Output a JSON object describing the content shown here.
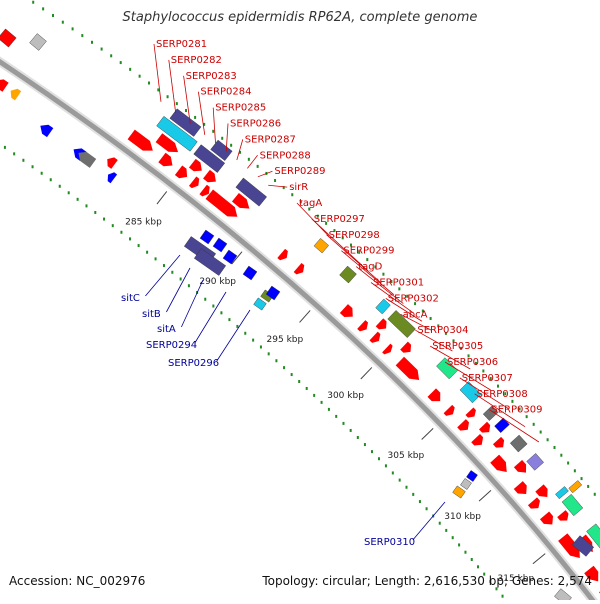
{
  "title": "Staphylococcus epidermidis RP62A, complete genome",
  "footer": {
    "accession": "Accession: NC_002976",
    "topology": "Topology: circular;",
    "length": "Length: 2,616,530 bp;",
    "genes": "Genes: 2,574"
  },
  "ruler": [
    "285 kbp",
    "290 kbp",
    "295 kbp",
    "300 kbp",
    "305 kbp",
    "310 kbp",
    "315 kbp"
  ],
  "gene_labels_forward": [
    "SERP0281",
    "SERP0282",
    "SERP0283",
    "SERP0284",
    "SERP0285",
    "SERP0286",
    "SERP0287",
    "SERP0288",
    "SERP0289",
    "sirR",
    "tagA",
    "SERP0297",
    "SERP0298",
    "SERP0299",
    "tagD",
    "SERP0301",
    "SERP0302",
    "abcA",
    "SERP0304",
    "SERP0305",
    "SERP0306",
    "SERP0307",
    "SERP0308",
    "SERP0309"
  ],
  "gene_labels_reverse": [
    "sitC",
    "sitB",
    "sitA",
    "SERP0294",
    "SERP0296",
    "SERP0310"
  ],
  "colors": {
    "cds": "#ff0000",
    "backbone": "#a0a0a0",
    "gc_dots": "#228b22",
    "forward_label": "#cc0000",
    "reverse_label": "#00009a",
    "blast_navy": "#4a4593",
    "blast_cyan": "#19c9e8",
    "blast_olive": "#6c8a22",
    "blast_green": "#22e68a",
    "blast_gray": "#6e6e6e",
    "blast_lightgray": "#bdbdbd",
    "blast_orange": "#ffa500",
    "blue_feature": "#0000ff",
    "lavender": "#8a7fdc"
  }
}
